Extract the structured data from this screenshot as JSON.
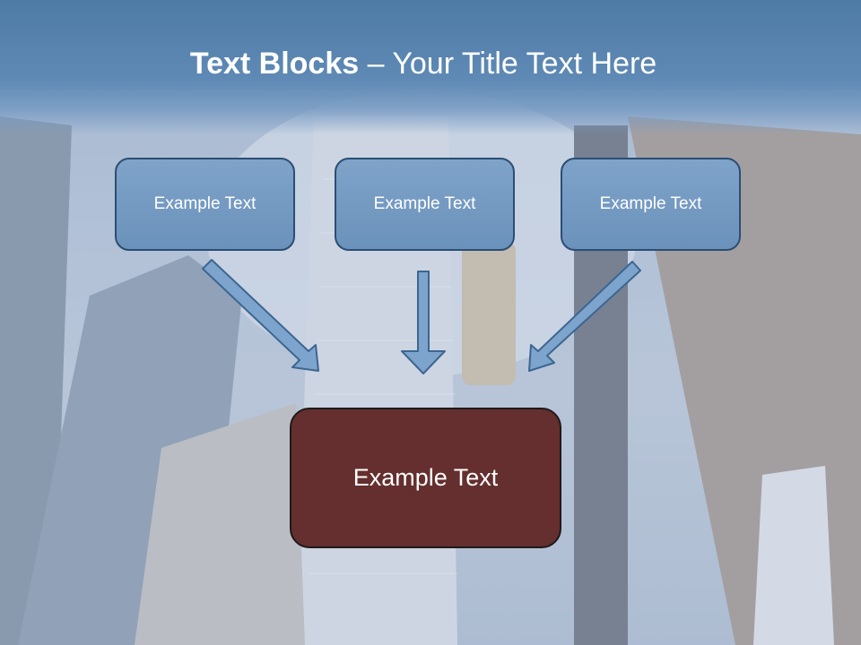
{
  "slide": {
    "title_bold": "Text Blocks",
    "title_dash": " – ",
    "title_rest": "Your Title Text Here",
    "blocks": [
      {
        "label": "Example Text"
      },
      {
        "label": "Example Text"
      },
      {
        "label": "Example Text"
      }
    ],
    "target_block": {
      "label": "Example Text"
    }
  },
  "colors": {
    "title_band": "#5f8ab5",
    "block_fill": "#7298c1",
    "block_border": "#2b4e73",
    "target_fill": "#642f2e",
    "arrow_fill": "#7da4cc"
  }
}
